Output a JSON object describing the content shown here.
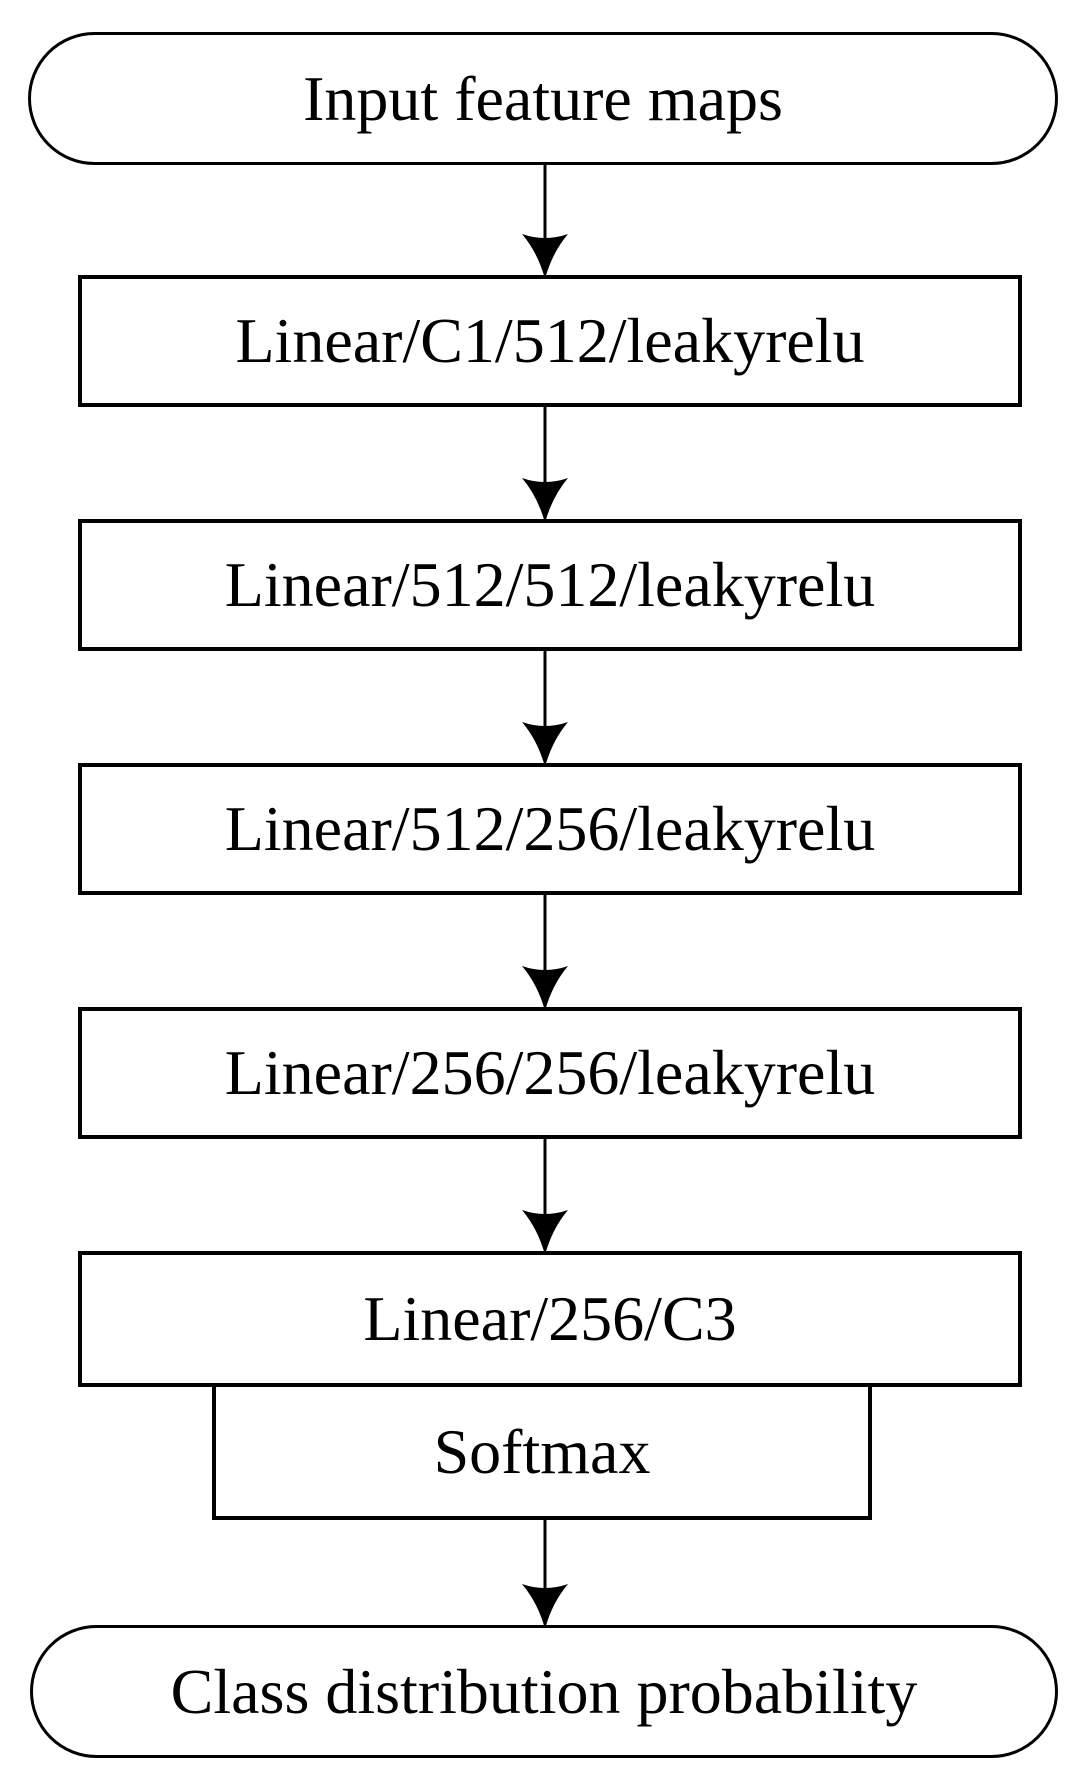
{
  "page": {
    "background": "#ffffff"
  },
  "diagram": {
    "type": "flowchart",
    "direction": "top-down",
    "colors": {
      "node_border": "#000000",
      "node_fill": "#ffffff",
      "arrow": "#000000",
      "text": "#000000"
    },
    "nodes": {
      "input": {
        "shape": "stadium",
        "label": "Input feature maps"
      },
      "linear1": {
        "shape": "rect",
        "label": "Linear/C1/512/leakyrelu"
      },
      "linear2": {
        "shape": "rect",
        "label": "Linear/512/512/leakyrelu"
      },
      "linear3": {
        "shape": "rect",
        "label": "Linear/512/256/leakyrelu"
      },
      "linear4": {
        "shape": "rect",
        "label": "Linear/256/256/leakyrelu"
      },
      "linear5": {
        "shape": "rect",
        "label": "Linear/256/C3"
      },
      "softmax": {
        "shape": "rect",
        "label": "Softmax"
      },
      "output": {
        "shape": "stadium",
        "label": "Class distribution probability"
      }
    },
    "edges": [
      {
        "from": "input",
        "to": "linear1",
        "style": "arrow"
      },
      {
        "from": "linear1",
        "to": "linear2",
        "style": "arrow"
      },
      {
        "from": "linear2",
        "to": "linear3",
        "style": "arrow"
      },
      {
        "from": "linear3",
        "to": "linear4",
        "style": "arrow"
      },
      {
        "from": "linear4",
        "to": "linear5",
        "style": "arrow"
      },
      {
        "from": "linear5",
        "to": "softmax",
        "style": "abutting"
      },
      {
        "from": "softmax",
        "to": "output",
        "style": "arrow"
      }
    ]
  }
}
